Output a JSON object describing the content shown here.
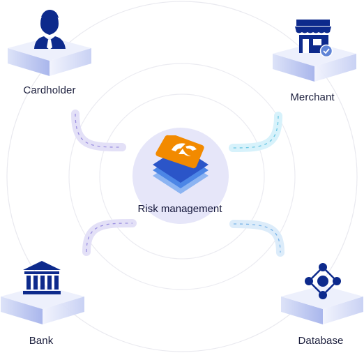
{
  "center": {
    "label": "Risk management"
  },
  "nodes": {
    "cardholder": {
      "label": "Cardholder",
      "icon": "user-icon"
    },
    "merchant": {
      "label": "Merchant",
      "icon": "store-icon"
    },
    "bank": {
      "label": "Bank",
      "icon": "bank-icon"
    },
    "database": {
      "label": "Database",
      "icon": "network-icon"
    }
  },
  "colors": {
    "icon_navy": "#0d2a8c",
    "logo_orange": "#f28a00",
    "layer_blue_1": "#2b55c8",
    "layer_blue_2": "#4c86e6",
    "layer_blue_3": "#8cb4f2",
    "center_disc": "#e6e6f9",
    "connector_purple": "#e2e0f6",
    "connector_cyan": "#d8f3fb"
  }
}
